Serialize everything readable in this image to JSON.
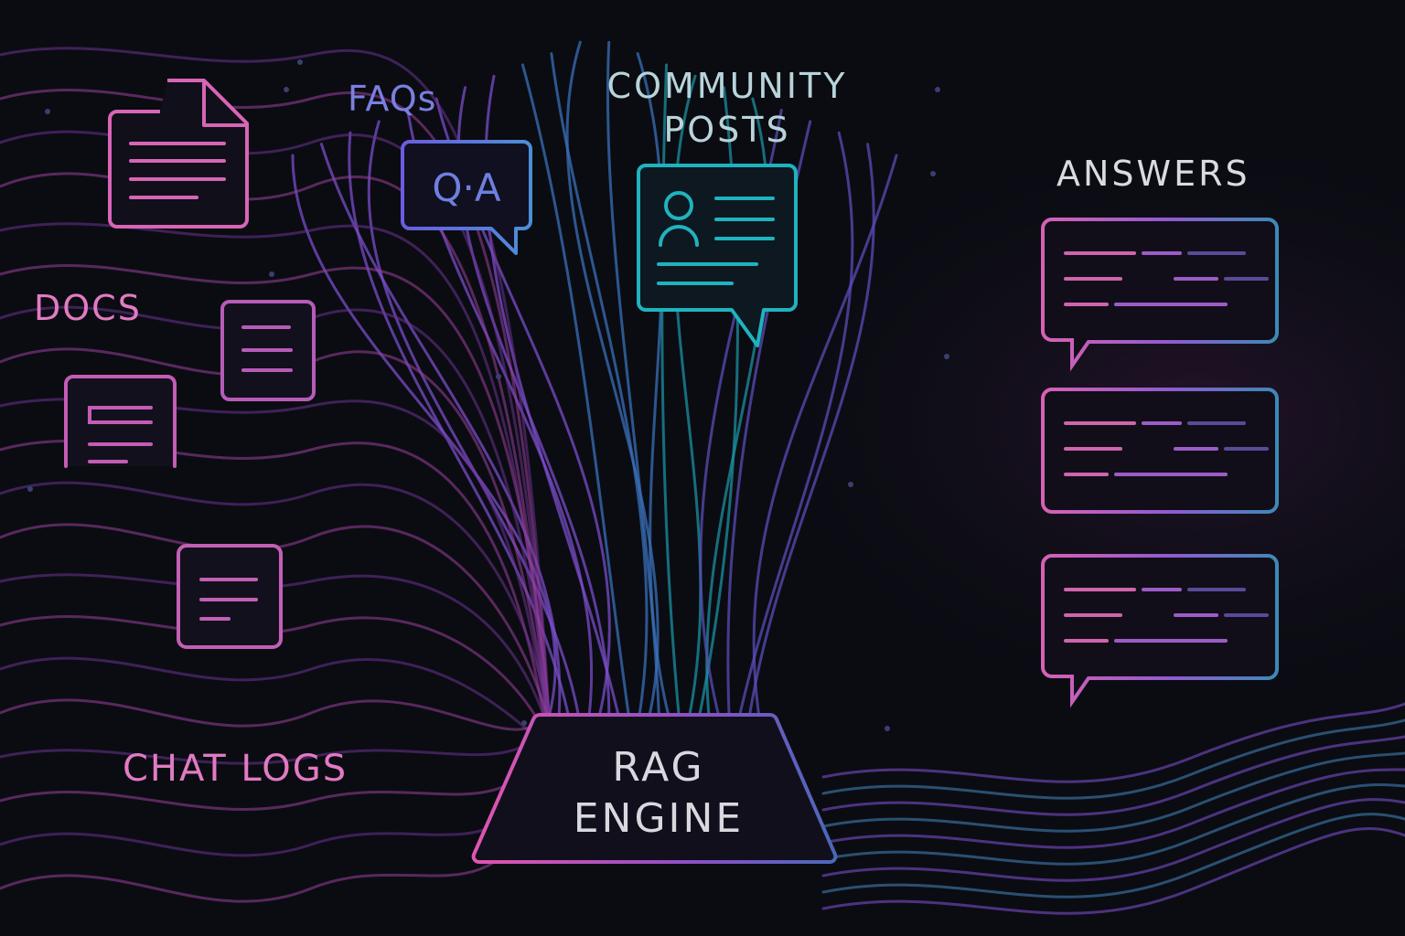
{
  "title": "RAG Engine data flow illustration",
  "sources": {
    "faqs": {
      "label": "FAQs",
      "icon_text": "Q·A",
      "icon": "qa-speech-bubble-icon"
    },
    "community": {
      "label_line1": "COMMUNITY",
      "label_line2": "POSTS",
      "icon": "user-post-bubble-icon"
    },
    "docs": {
      "label": "DOCS",
      "icons": [
        "document-folded-icon",
        "document-icon",
        "document-icon",
        "document-icon"
      ]
    },
    "chat_logs": {
      "label": "CHAT LOGS",
      "icon": "document-icon"
    }
  },
  "engine": {
    "line1": "RAG",
    "line2": "ENGINE"
  },
  "output": {
    "label": "ANSWERS",
    "bubbles": 3,
    "icon": "answer-speech-bubble-icon"
  },
  "colors": {
    "background": "#0a0c12",
    "pink": "#e06ab8",
    "purple": "#8a5ad0",
    "indigo": "#6a6ee0",
    "teal": "#1fb3bf",
    "blue": "#3f7fb0",
    "text_light": "#d9dbe0"
  }
}
